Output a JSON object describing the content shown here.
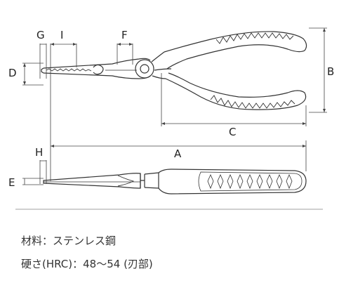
{
  "dimension_labels": {
    "G": "G",
    "I": "I",
    "F": "F",
    "D": "D",
    "B": "B",
    "C": "C",
    "H": "H",
    "A": "A",
    "E": "E"
  },
  "specs": {
    "material": "材料：ステンレス鋼",
    "hardness": "硬さ(HRC)：48～54 (刃部)"
  }
}
